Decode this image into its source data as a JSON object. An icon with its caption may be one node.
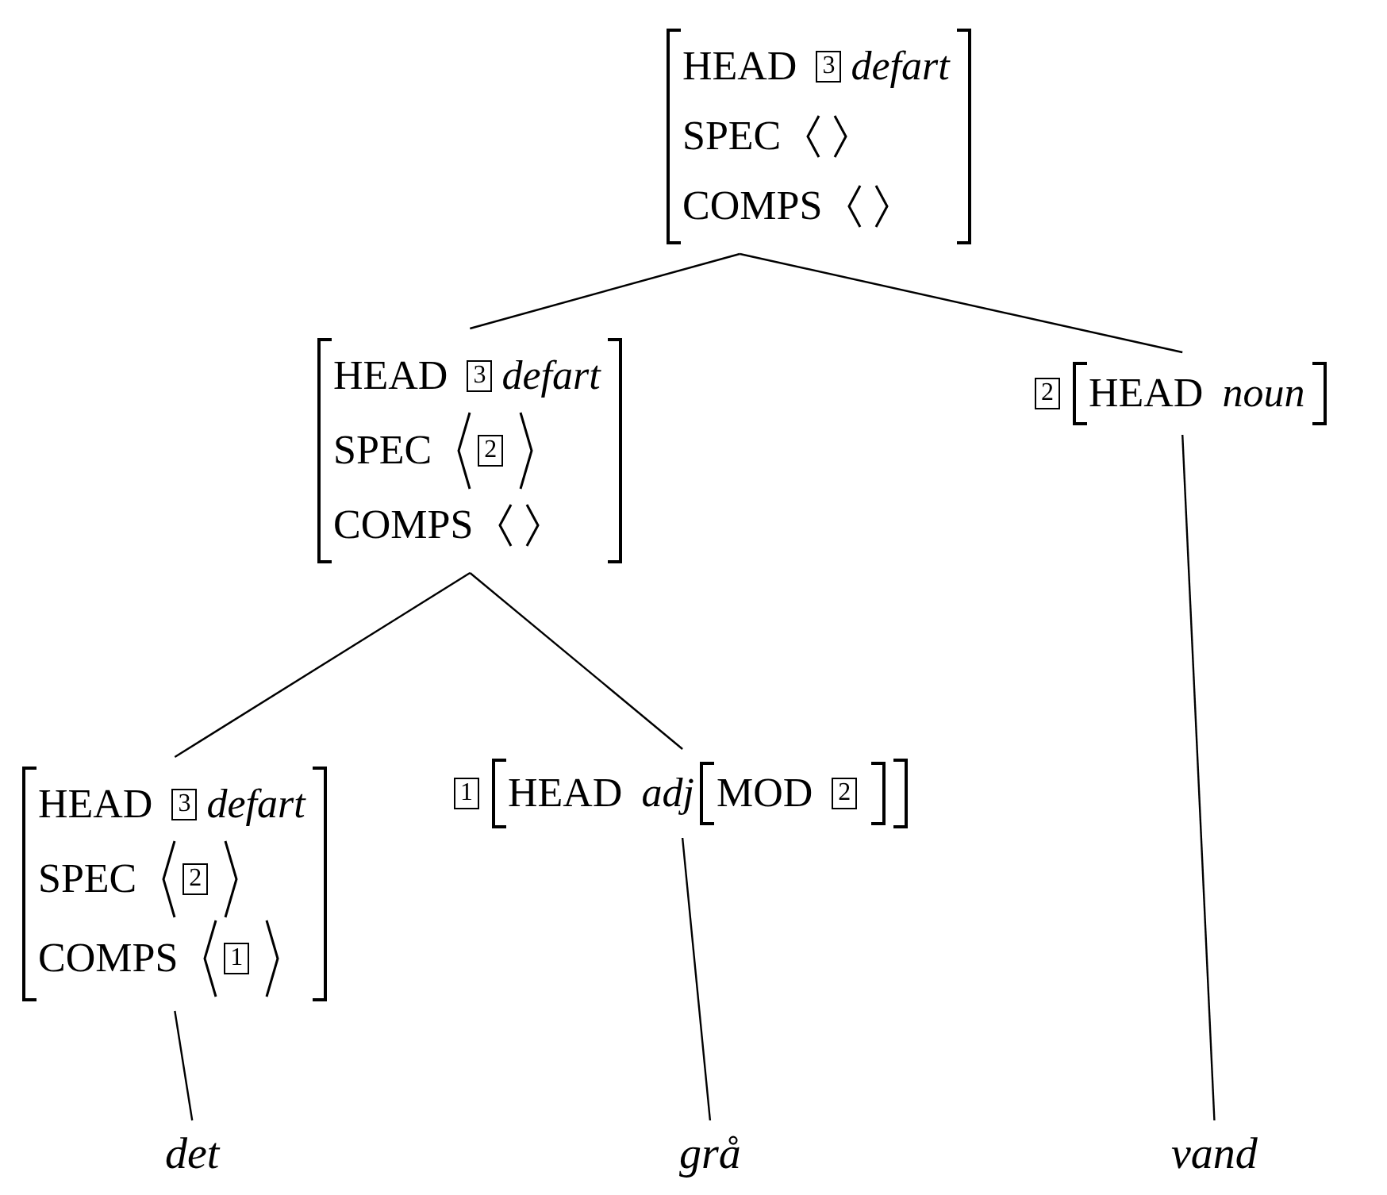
{
  "diagram": {
    "nodes": [
      {
        "text": [
          "HEAD",
          "3",
          "defart",
          "SPEC",
          "COMPS"
        ]
      },
      {
        "text": [
          "HEAD",
          "3",
          "defart",
          "SPEC",
          "2",
          "COMPS"
        ]
      },
      {
        "text": [
          "2",
          "HEAD",
          "noun"
        ]
      },
      {
        "text": [
          "HEAD",
          "3",
          "defart",
          "SPEC",
          "2",
          "COMPS",
          "1"
        ]
      },
      {
        "text": [
          "1",
          "HEAD",
          "adj",
          "MOD",
          "2"
        ]
      },
      {
        "text": [
          "det"
        ]
      },
      {
        "text": [
          "grå"
        ]
      },
      {
        "text": [
          "vand"
        ]
      }
    ],
    "edges": [
      {
        "from": 0,
        "to": 1,
        "arrow": "none"
      },
      {
        "from": 0,
        "to": 2,
        "arrow": "none"
      },
      {
        "from": 1,
        "to": 3,
        "arrow": "none"
      },
      {
        "from": 1,
        "to": 4,
        "arrow": "none"
      },
      {
        "from": 3,
        "to": 5,
        "arrow": "none"
      },
      {
        "from": 4,
        "to": 6,
        "arrow": "none"
      },
      {
        "from": 2,
        "to": 7,
        "arrow": "none"
      }
    ]
  }
}
